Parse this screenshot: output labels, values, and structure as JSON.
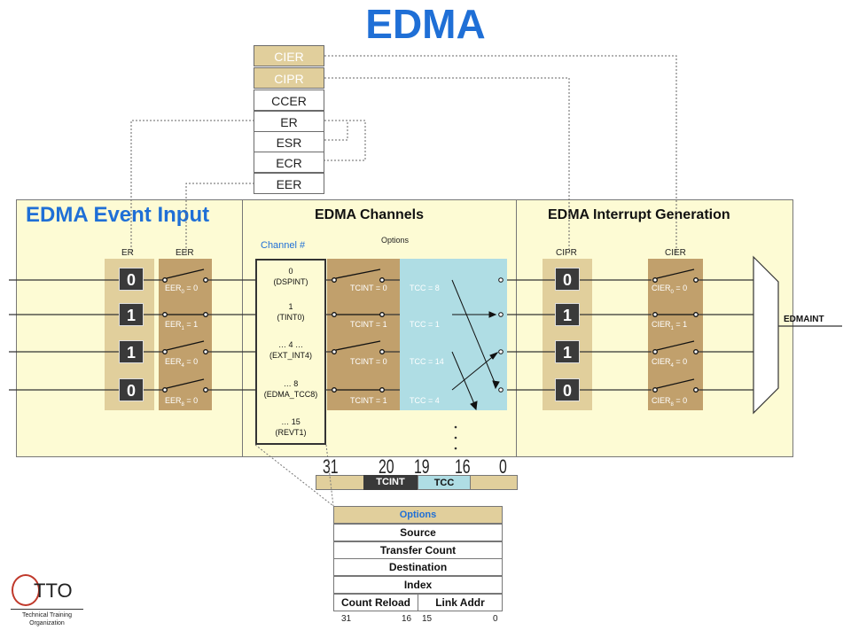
{
  "title": "EDMA",
  "registers": [
    "CIER",
    "CIPR",
    "CCER",
    "ER",
    "ESR",
    "ECR",
    "EER"
  ],
  "sections": {
    "event_input": "EDMA Event Input",
    "channels": "EDMA Channels",
    "interrupt": "EDMA Interrupt Generation"
  },
  "event_input": {
    "er_label": "ER",
    "eer_label": "EER",
    "er_bits": [
      "0",
      "1",
      "1",
      "0"
    ],
    "eer_base": [
      "EER",
      "EER",
      "EER",
      "EER"
    ],
    "eer_sub": [
      "0",
      "1",
      "4",
      "8"
    ],
    "eer_val": [
      "= 0",
      "= 1",
      "= 0",
      "= 0"
    ]
  },
  "channels": {
    "header": "Channel #",
    "options_header": "Options",
    "items": [
      {
        "num": "0",
        "name": "(DSPINT)"
      },
      {
        "num": "1",
        "name": "(TINT0)"
      },
      {
        "num": "… 4 …",
        "name": "(EXT_INT4)"
      },
      {
        "num": "… 8",
        "name": "(EDMA_TCC8)"
      },
      {
        "num": "… 15",
        "name": "(REVT1)"
      }
    ],
    "tcint": [
      "TCINT = 0",
      "TCINT = 1",
      "TCINT = 0",
      "TCINT = 1"
    ],
    "tcc": [
      "TCC = 8",
      "TCC = 1",
      "TCC = 14",
      "TCC = 4"
    ]
  },
  "interrupt": {
    "cipr_label": "CIPR",
    "cier_label": "CIER",
    "cipr_bits": [
      "0",
      "1",
      "1",
      "0"
    ],
    "cier_base": [
      "CIER",
      "CIER",
      "CIER",
      "CIER"
    ],
    "cier_sub": [
      "0",
      "1",
      "4",
      "8"
    ],
    "cier_val": [
      "= 0",
      "= 1",
      "= 0",
      "= 0"
    ],
    "output": "EDMAINT"
  },
  "bitfield": {
    "numbers": [
      "31",
      "20",
      "19",
      "16",
      "0"
    ],
    "tcint": "TCINT",
    "tcc": "TCC"
  },
  "param": {
    "rows": [
      "Options",
      "Source",
      "Transfer Count",
      "Destination",
      "Index"
    ],
    "count_reload": "Count Reload",
    "link_addr": "Link Addr",
    "bits": [
      "31",
      "16",
      "15",
      "0"
    ]
  },
  "logo": {
    "text": "TTO",
    "line1": "Technical Training",
    "line2": "Organization"
  }
}
